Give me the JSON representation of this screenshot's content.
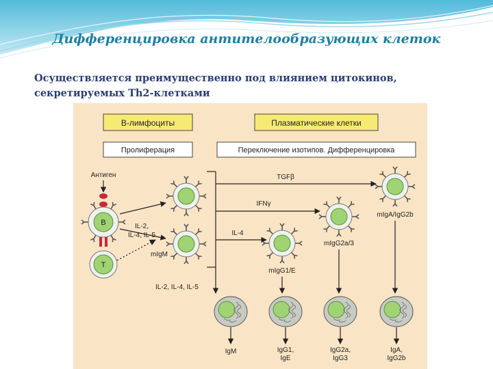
{
  "slide": {
    "title": "Дифференцировка антителообразующих клеток",
    "subtitle_line1": "Осуществляется преимущественно  под влиянием цитокинов,",
    "subtitle_line2": "секретируемых Th2-клетками"
  },
  "diagram": {
    "header_b": "В-лимфоциты",
    "header_plasma": "Плазматические клетки",
    "box_proliferation": "Пролиферация",
    "box_switch": "Переключение изотипов. Дифференцировка",
    "antigen": "Антиген",
    "b_cell": "B",
    "t_cell": "T",
    "il_line1": "IL-2,",
    "il_line2": "IL-4, IL-5",
    "migm": "mIgM",
    "tgf": "TGFβ",
    "ifn": "IFNγ",
    "il4": "IL-4",
    "il245": "IL-2, IL-4, IL-5",
    "m_iga": "mIgA/IgG2b",
    "m_igg2a": "mIgG2a/3",
    "m_igg1": "mIgG1/E",
    "p_igm": "IgM",
    "p_igg1_1": "IgG1,",
    "p_igg1_2": "IgE",
    "p_igg2_1": "IgG2a,",
    "p_igg2_2": "IgG3",
    "p_iga_1": "IgA,",
    "p_iga_2": "IgG2b",
    "colors": {
      "panel": "#f9e4c5",
      "header": "#f6ea73",
      "cell": "#9fd374",
      "plasma": "#c8cbc4"
    }
  }
}
